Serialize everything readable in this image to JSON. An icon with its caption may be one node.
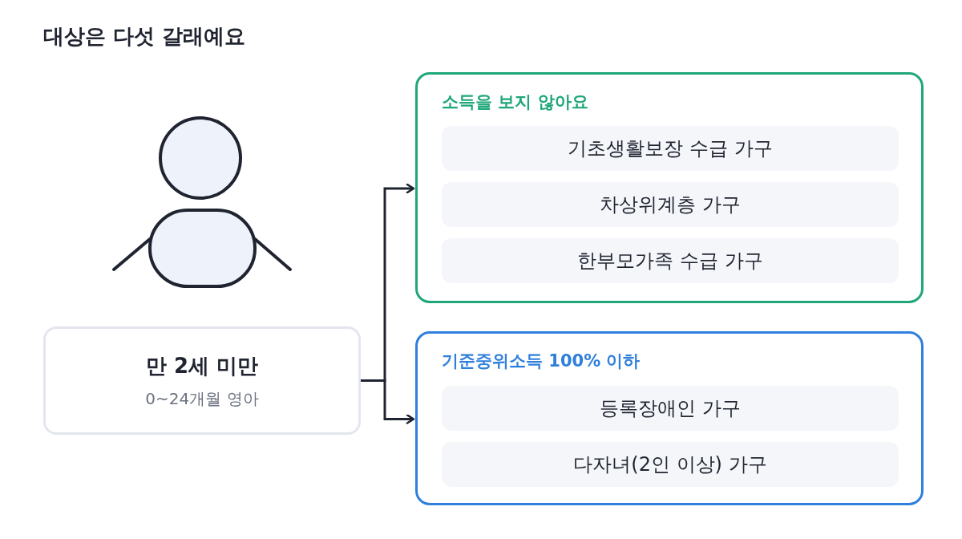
{
  "diagram": {
    "title": "대상은 다섯 갈래예요",
    "nodes": [
      {
        "text": [
          "만 2세 미만",
          "0~24개월 영아"
        ]
      },
      {
        "text": [
          "소득을 보지 않아요"
        ]
      },
      {
        "text": [
          "기초생활보장 수급 가구"
        ],
        "in": 1
      },
      {
        "text": [
          "차상위계층 가구"
        ],
        "in": 1
      },
      {
        "text": [
          "한부모가족 수급 가구"
        ],
        "in": 1
      },
      {
        "text": [
          "기준중위소득 100% 이하"
        ]
      },
      {
        "text": [
          "등록장애인 가구"
        ],
        "in": 5
      },
      {
        "text": [
          "다자녀(2인 이상) 가구"
        ],
        "in": 5
      }
    ],
    "edges": [
      {
        "from": 0,
        "to": 1,
        "arrow": "to"
      },
      {
        "from": 0,
        "to": 5,
        "arrow": "to"
      }
    ]
  }
}
